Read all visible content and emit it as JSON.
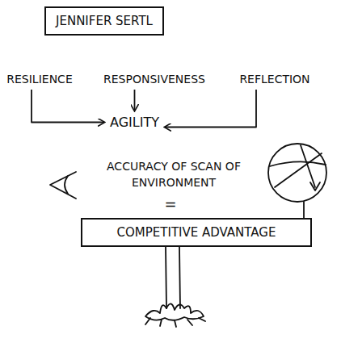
{
  "diagram": {
    "nodes": [
      {
        "text": [
          "JENNIFER SERTL"
        ]
      },
      {
        "text": [
          "RESILIENCE"
        ]
      },
      {
        "text": [
          "RESPONSIVENESS"
        ]
      },
      {
        "text": [
          "REFLECTION"
        ]
      },
      {
        "text": [
          "AGILITY"
        ]
      },
      {
        "text": [
          "COMPETITIVE ADVANTAGE"
        ]
      }
    ],
    "edges": [
      {
        "from": 1,
        "to": 4,
        "arrow": "to"
      },
      {
        "from": 2,
        "to": 4,
        "arrow": "to"
      },
      {
        "from": 3,
        "to": 4,
        "arrow": "to"
      }
    ],
    "labels": [
      "ACCURACY OF SCAN OF ENVIRONMENT",
      "="
    ]
  }
}
